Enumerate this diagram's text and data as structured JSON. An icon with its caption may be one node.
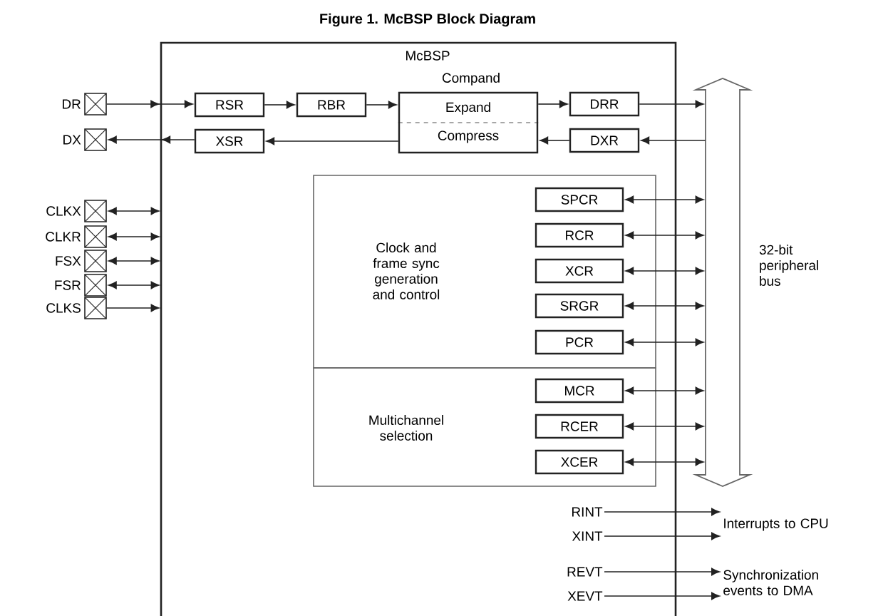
{
  "diagram": {
    "title": "Figure 1. McBSP Block Diagram",
    "nodes": [
      {
        "text": [
          "McBSP"
        ]
      },
      {
        "text": [
          "Compand",
          "Expand",
          "Compress"
        ],
        "in": 0
      },
      {
        "text": [
          "RSR"
        ],
        "in": 0
      },
      {
        "text": [
          "RBR"
        ],
        "in": 0
      },
      {
        "text": [
          "XSR"
        ],
        "in": 0
      },
      {
        "text": [
          "DRR"
        ],
        "in": 0
      },
      {
        "text": [
          "DXR"
        ],
        "in": 0
      },
      {
        "text": [
          "Clock and frame sync generation and control"
        ],
        "in": 0
      },
      {
        "text": [
          "Multichannel selection"
        ],
        "in": 0
      },
      {
        "text": [
          "SPCR"
        ],
        "in": 7
      },
      {
        "text": [
          "RCR"
        ],
        "in": 7
      },
      {
        "text": [
          "XCR"
        ],
        "in": 7
      },
      {
        "text": [
          "SRGR"
        ],
        "in": 7
      },
      {
        "text": [
          "PCR"
        ],
        "in": 7
      },
      {
        "text": [
          "MCR"
        ],
        "in": 8
      },
      {
        "text": [
          "RCER"
        ],
        "in": 8
      },
      {
        "text": [
          "XCER"
        ],
        "in": 8
      },
      {
        "text": [],
        "shape": "arrow",
        "beside": [
          "32-bit peripheral bus"
        ]
      },
      {
        "text": [
          "DR"
        ]
      },
      {
        "text": [
          "DX"
        ]
      },
      {
        "text": [
          "CLKX"
        ]
      },
      {
        "text": [
          "CLKR"
        ]
      },
      {
        "text": [
          "FSX"
        ]
      },
      {
        "text": [
          "FSR"
        ]
      },
      {
        "text": [
          "CLKS"
        ]
      },
      {
        "text": [
          "RINT"
        ],
        "in": 0
      },
      {
        "text": [
          "XINT"
        ],
        "in": 0
      },
      {
        "text": [
          "REVT"
        ],
        "in": 0
      },
      {
        "text": [
          "XEVT"
        ],
        "in": 0
      },
      {
        "text": [
          "Interrupts to CPU"
        ]
      },
      {
        "text": [
          "Synchronization events to DMA"
        ]
      }
    ],
    "edges": [
      {
        "from": 18,
        "to": 2,
        "arrow": "to"
      },
      {
        "from": 2,
        "to": 3,
        "arrow": "to"
      },
      {
        "from": 3,
        "to": 1,
        "arrow": "to"
      },
      {
        "from": 1,
        "to": 5,
        "arrow": "to"
      },
      {
        "from": 5,
        "to": 17,
        "arrow": "to"
      },
      {
        "from": 17,
        "to": 6,
        "arrow": "to"
      },
      {
        "from": 6,
        "to": 1,
        "arrow": "to"
      },
      {
        "from": 1,
        "to": 4,
        "arrow": "to"
      },
      {
        "from": 4,
        "to": 19,
        "arrow": "to"
      },
      {
        "from": 20,
        "to": 0,
        "arrow": "both"
      },
      {
        "from": 21,
        "to": 0,
        "arrow": "both"
      },
      {
        "from": 22,
        "to": 0,
        "arrow": "both"
      },
      {
        "from": 23,
        "to": 0,
        "arrow": "both"
      },
      {
        "from": 24,
        "to": 0,
        "arrow": "to"
      },
      {
        "from": 9,
        "to": 17,
        "arrow": "both"
      },
      {
        "from": 10,
        "to": 17,
        "arrow": "both"
      },
      {
        "from": 11,
        "to": 17,
        "arrow": "both"
      },
      {
        "from": 12,
        "to": 17,
        "arrow": "both"
      },
      {
        "from": 13,
        "to": 17,
        "arrow": "both"
      },
      {
        "from": 14,
        "to": 17,
        "arrow": "both"
      },
      {
        "from": 15,
        "to": 17,
        "arrow": "both"
      },
      {
        "from": 16,
        "to": 17,
        "arrow": "both"
      },
      {
        "from": 25,
        "to": 29,
        "arrow": "to"
      },
      {
        "from": 26,
        "to": 29,
        "arrow": "to"
      },
      {
        "from": 27,
        "to": 30,
        "arrow": "to"
      },
      {
        "from": 28,
        "to": 30,
        "arrow": "to"
      }
    ]
  }
}
